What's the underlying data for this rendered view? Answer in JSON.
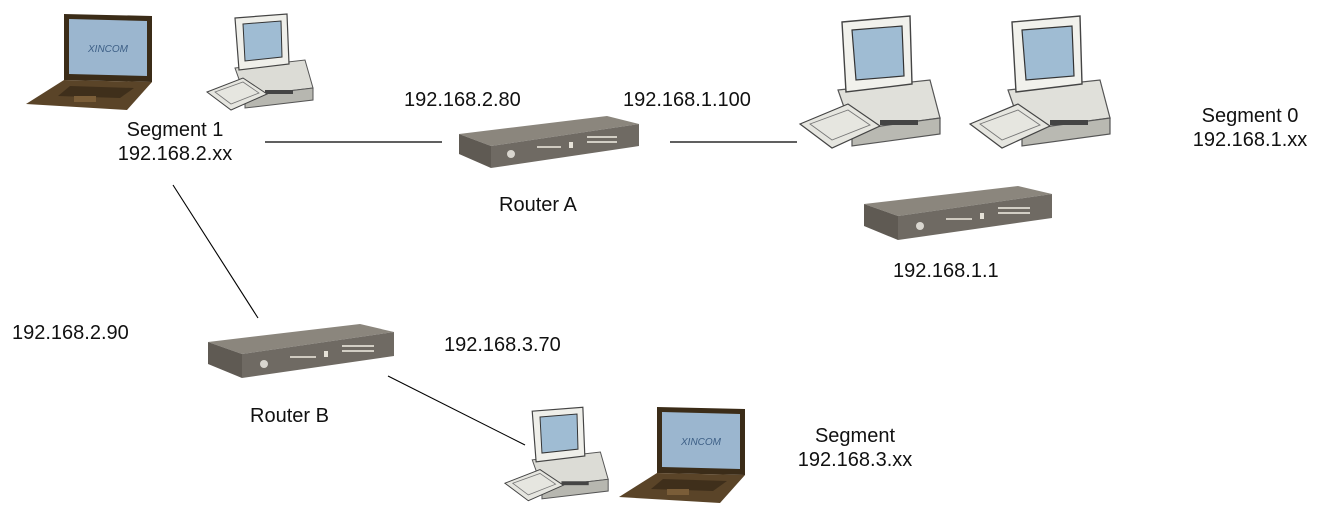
{
  "labels": {
    "segment1_name": "Segment 1",
    "segment1_net": "192.168.2.xx",
    "routerA_ip_left": "192.168.2.80",
    "routerA_ip_right": "192.168.1.100",
    "routerA_name": "Router A",
    "segment0_name": "Segment 0",
    "segment0_net": "192.168.1.xx",
    "gateway_ip": "192.168.1.1",
    "routerB_ip_left": "192.168.2.90",
    "routerB_ip_right": "192.168.3.70",
    "routerB_name": "Router B",
    "segment3_name": "Segment",
    "segment3_net": "192.168.3.xx"
  },
  "brand": "XINCOM",
  "colors": {
    "router_body": "#6f6a63",
    "router_top": "#8a857c",
    "monitor_case": "#f2f2ee",
    "screen": "#a9c4d8",
    "laptop_body": "#5a4428",
    "line": "#000000"
  }
}
